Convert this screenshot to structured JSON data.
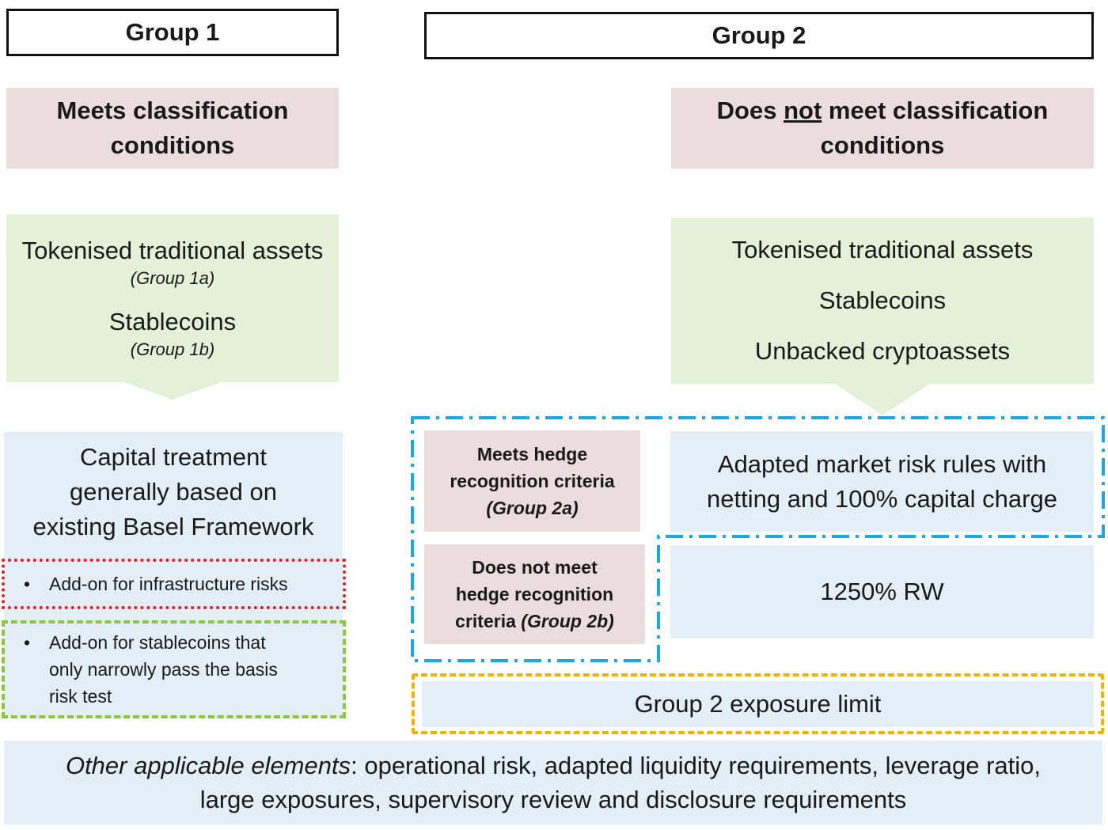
{
  "headers": {
    "group1": "Group 1",
    "group2": "Group 2"
  },
  "conditions": {
    "meets_line1": "Meets classification",
    "meets_line2": "conditions",
    "not_pre": "Does ",
    "not_word": "not",
    "not_post": " meet classification",
    "not_line2": "conditions"
  },
  "group1_assets": {
    "tokenised": "Tokenised traditional assets",
    "tokenised_sub": "(Group 1a)",
    "stablecoins": "Stablecoins",
    "stablecoins_sub": "(Group 1b)"
  },
  "group2_assets": {
    "tokenised": "Tokenised traditional assets",
    "stablecoins": "Stablecoins",
    "unbacked": "Unbacked cryptoassets"
  },
  "capital_treatment": {
    "line1": "Capital treatment",
    "line2": "generally based on",
    "line3": "existing Basel Framework"
  },
  "addons": {
    "bullet": "•",
    "infrastructure": "Add-on for infrastructure risks",
    "stablecoin_line1": "Add-on for stablecoins that",
    "stablecoin_line2": "only narrowly pass the basis",
    "stablecoin_line3": "risk test"
  },
  "hedge": {
    "meets_line1": "Meets hedge",
    "meets_line2": "recognition criteria",
    "meets_line3": "(Group 2a)",
    "not_line1": "Does not meet",
    "not_line2": "hedge recognition",
    "not_line3a": "criteria ",
    "not_line3b": "(Group 2b)"
  },
  "market_risk": {
    "line1": "Adapted market risk rules with",
    "line2": "netting and 100% capital charge"
  },
  "rw": "1250% RW",
  "exposure_limit": "Group 2 exposure limit",
  "other": {
    "label": "Other applicable elements",
    "text1": ": operational risk, adapted liquidity requirements, leverage ratio,",
    "text2": "large exposures, supervisory review and disclosure requirements"
  },
  "colors": {
    "pink": "#eadcdf",
    "green": "#e5f0d8",
    "blue": "#e4eef6",
    "dash_blue": "#1ea7e0",
    "dash_red": "#e02020",
    "dash_green": "#8dc63f",
    "dash_yellow": "#f0b400"
  }
}
